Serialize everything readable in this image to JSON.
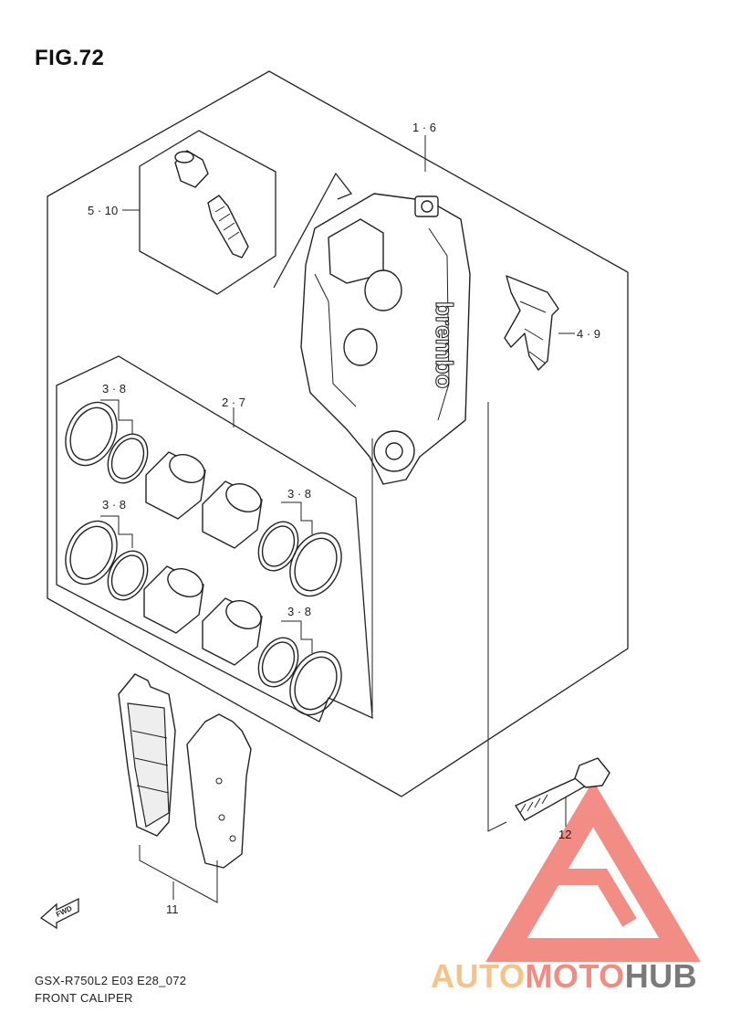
{
  "figure": {
    "title": "FIG.72",
    "model_code": "GSX-R750L2 E03 E28_072",
    "section_name": "FRONT CALIPER"
  },
  "callouts": {
    "caliper": "1 · 6",
    "bleeder": "5 · 10",
    "pad_spring": "4 · 9",
    "piston_set": "2 · 7",
    "seal_a": "3 · 8",
    "seal_b": "3 · 8",
    "seal_c": "3 · 8",
    "seal_d": "3 · 8",
    "pads": "11",
    "bolt": "12"
  },
  "caliper_logo": "brembo",
  "fwd_arrow": "FWD",
  "watermark": {
    "auto": "AUTO",
    "moto": "MOTO",
    "hub": "HUB",
    "colors": {
      "auto": "#f7c28a",
      "moto": "#f28b82",
      "hub": "#7a7a7a",
      "triangle": "#f07a72"
    }
  }
}
